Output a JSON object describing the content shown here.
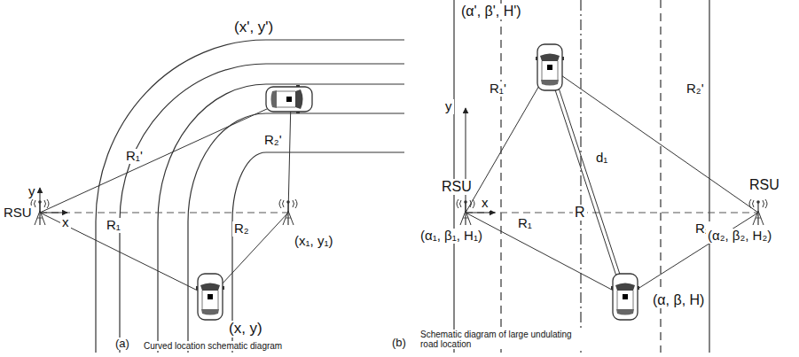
{
  "diagram": {
    "labels": [
      "(x', y')",
      "y",
      "RSU",
      "x",
      "R₁'",
      "R₁",
      "R₂",
      "R₂'",
      "(x₁, y₁)",
      "(x, y)",
      "(a)",
      "Curved location schematic diagram",
      "(α', β', H')",
      "y",
      "R₁'",
      "R₂'",
      "d₁",
      "RSU",
      "RSU",
      "R",
      "x",
      "R₁",
      "R₂",
      "(α₁, β₁, H₁)",
      "(α₂, β₂, H₂)",
      "(α, β, H)",
      "(b)",
      "Schematic diagram of large undulating road location"
    ]
  }
}
